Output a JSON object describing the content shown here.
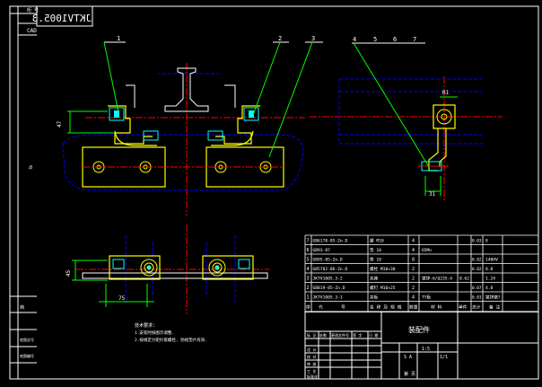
{
  "drawing_number": "JKTV1005.3",
  "left_strip": {
    "top1": "桁 号",
    "top2": "CAD",
    "mark": "8",
    "bottom1": "档",
    "bottom2": "底图总号",
    "bottom3": "底图编号"
  },
  "callouts": [
    "1",
    "2",
    "3",
    "4",
    "5",
    "6",
    "7"
  ],
  "dimensions": {
    "d47": "47",
    "d31": "31",
    "dR1": "R1",
    "d45": "45",
    "d75": "75"
  },
  "parts": [
    {
      "no": "7",
      "code": "GB6170-85-Zn.D",
      "name": "螺 M10",
      "qty": "4",
      "material": "",
      "note": "",
      "w_label": "0.03",
      "w_val": "8"
    },
    {
      "no": "6",
      "code": "GB93-87",
      "name": "垫 10",
      "qty": "4",
      "material": "65Mn",
      "note": "",
      "w_label": "",
      "w_val": ""
    },
    {
      "no": "5",
      "code": "GB95-85-Zn.D",
      "name": "垫 10",
      "qty": "8",
      "material": "",
      "note": "",
      "w_label": "0.02",
      "w_val": "140HV"
    },
    {
      "no": "4",
      "code": "GB5782-86-Zn.D",
      "name": "螺栓 M10×30",
      "qty": "2",
      "material": "",
      "note": "",
      "w_label": "0.02",
      "w_val": "8.8"
    },
    {
      "no": "3",
      "code": "JKTV1005.3-2",
      "name": "夹座",
      "qty": "2",
      "material": "镀锌-6/Q235-A",
      "note": "0.62",
      "w_label": "",
      "w_val": "1.24"
    },
    {
      "no": "2",
      "code": "GB819-85-Zn.D",
      "name": "螺钉 M10×25",
      "qty": "2",
      "material": "",
      "note": "",
      "w_label": "0.07",
      "w_val": "4.8"
    },
    {
      "no": "1",
      "code": "JKTV1005.3-1",
      "name": "夹板",
      "qty": "4",
      "material": "TY板",
      "note": "",
      "w_label": "0.01",
      "w_val": "镀锌铬?"
    }
  ],
  "parts_header": [
    "序",
    "代",
    "号",
    "名 称 及 规 格",
    "数量",
    "材 料",
    "单件",
    "总计",
    "备 注"
  ],
  "notes": {
    "title": "技术要求:",
    "line1": "1.安装时按图示调整.",
    "line2": "2.按规定力矩拧紧螺栓, 防松垫片有效."
  },
  "title_block": {
    "drawing_name": "装配件",
    "scale": "1:5",
    "stage": "S A",
    "sheet": "1/1",
    "sheet_of": "第 页",
    "rows": [
      "标 记",
      "处数",
      "更改文件号",
      "签 字",
      "日 期"
    ],
    "roles": [
      "设 计",
      "校 对",
      "审 核",
      "工 艺",
      "标准化"
    ]
  }
}
